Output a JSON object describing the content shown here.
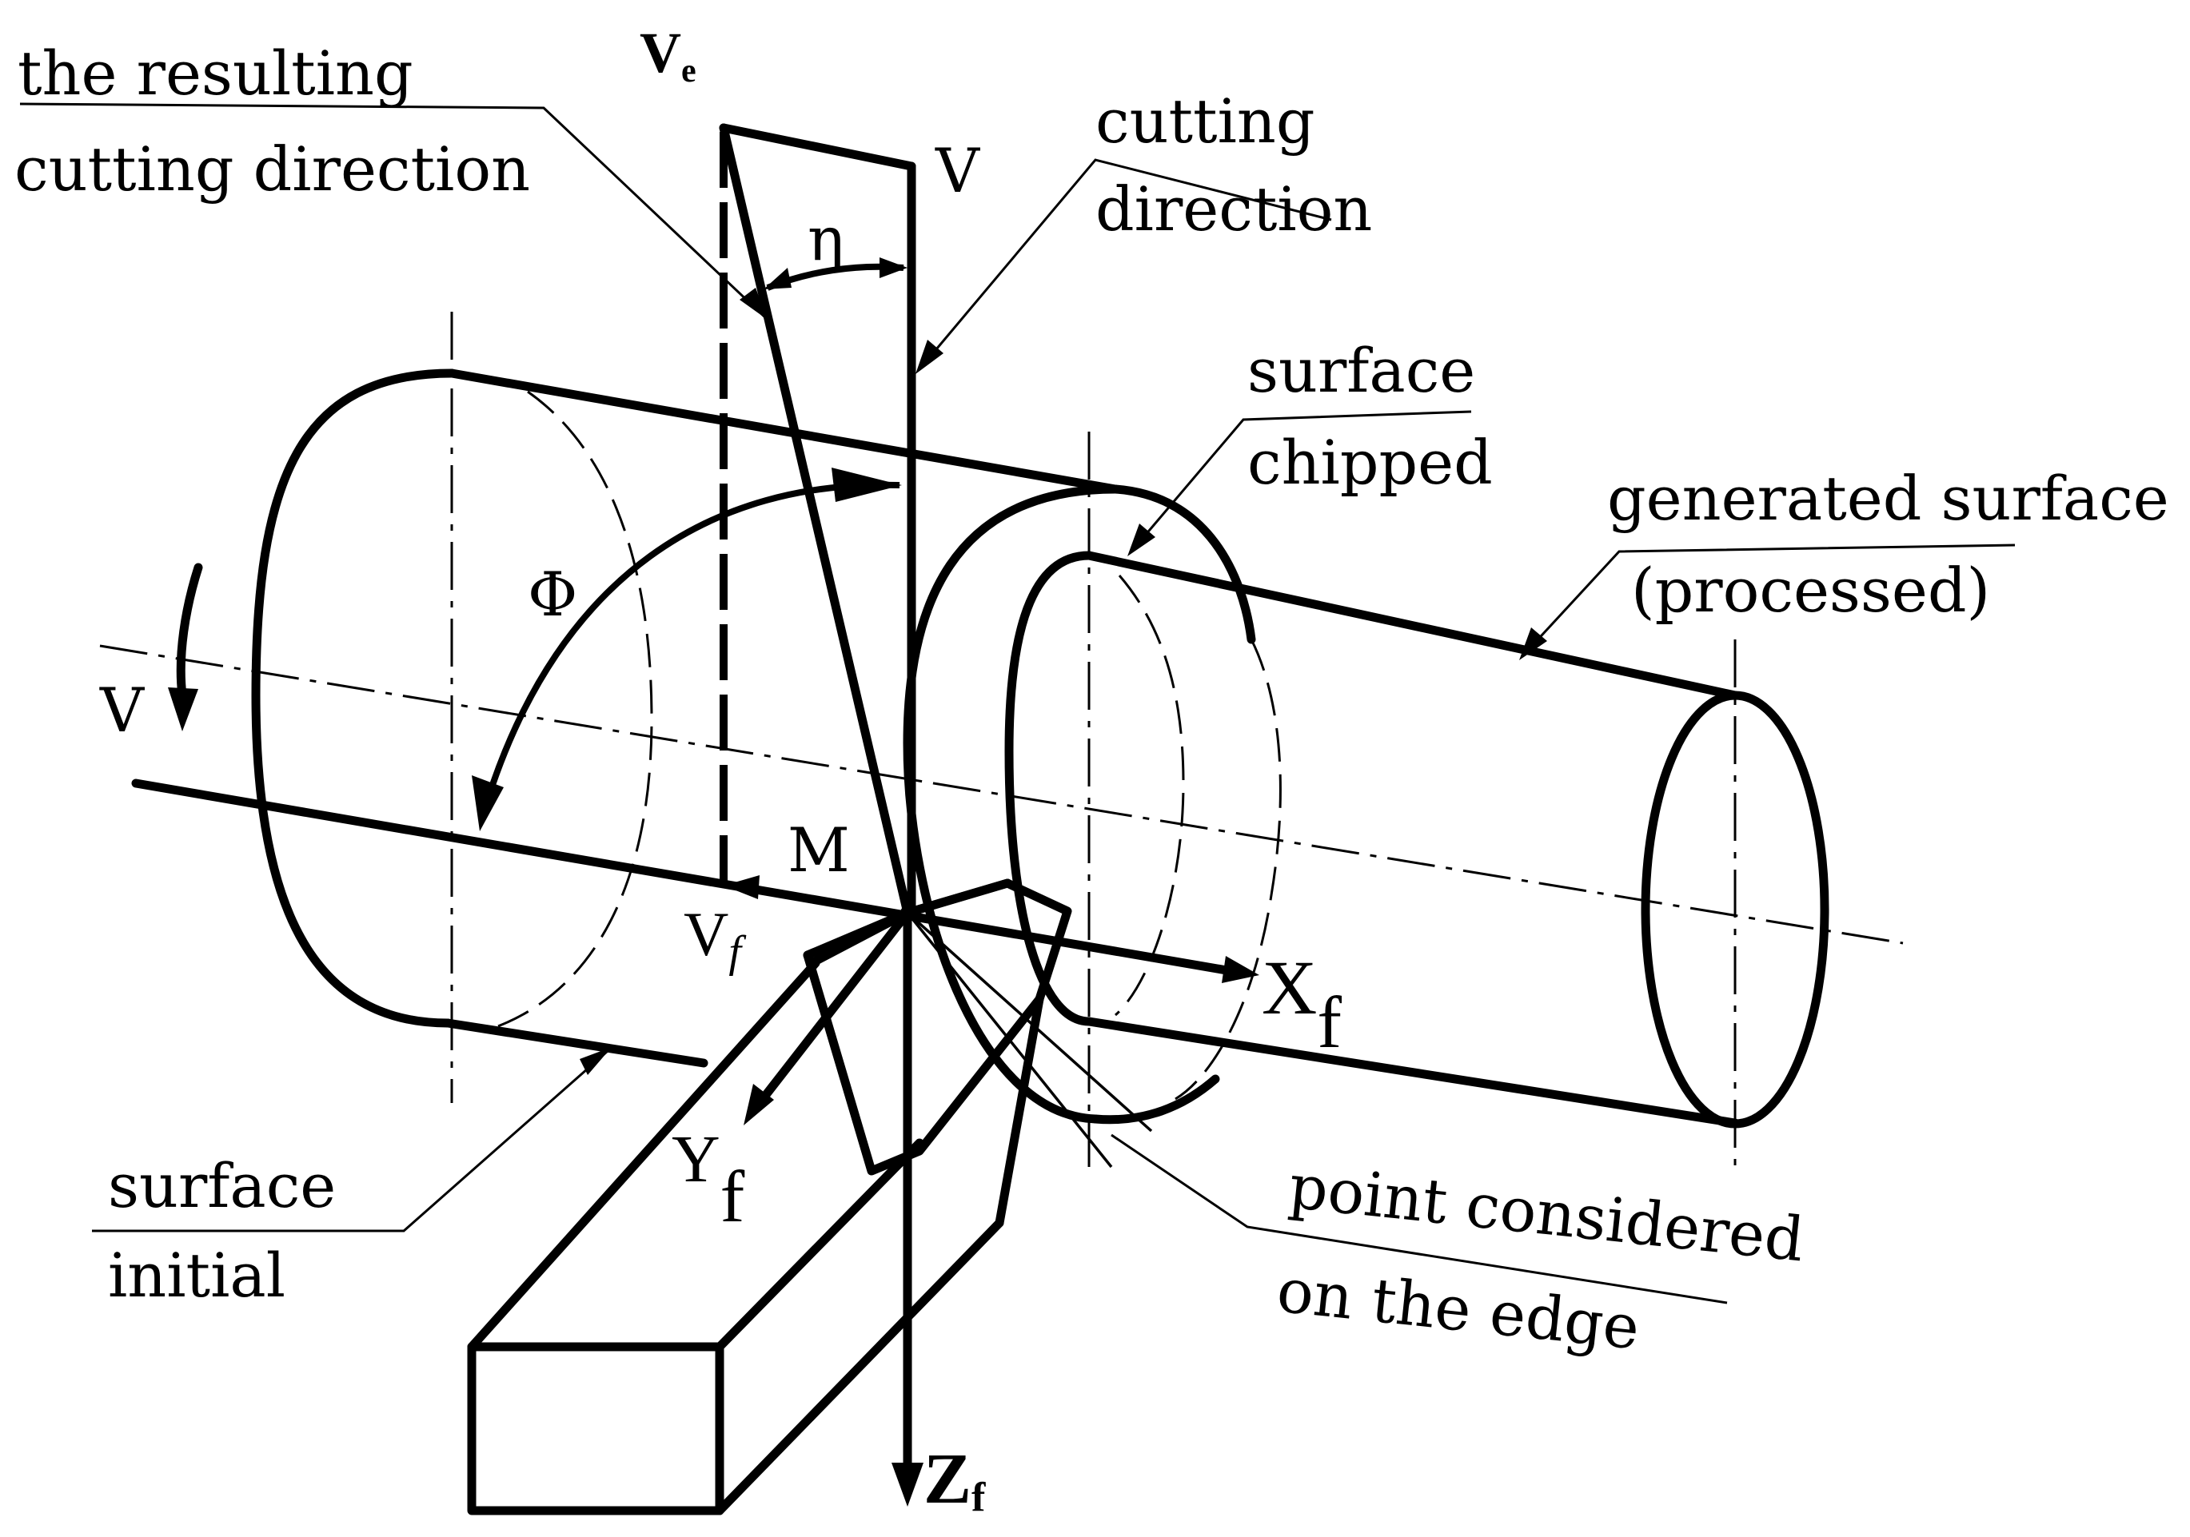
{
  "labels": {
    "resulting_line1": "the resulting",
    "resulting_line2": "cutting direction",
    "ve_main": "V",
    "ve_sub": "e",
    "v_top": "V",
    "eta": "η",
    "cutting_line1": "cutting",
    "cutting_line2": "direction",
    "chipped_line1": "surface",
    "chipped_line2": "chipped",
    "generated_line1": "generated surface",
    "generated_line2": "(processed)",
    "phi": "Φ",
    "v_left": "V",
    "m_point": "M",
    "vf_main": "V",
    "vf_sub": "f",
    "xf_main": "X",
    "xf_sub": "f",
    "yf_main": "Y",
    "yf_sub": "f",
    "zf_main": "Z",
    "zf_sub": "f",
    "initial_line1": "surface",
    "initial_line2": "initial",
    "point_line1": "point considered",
    "point_line2": "on the edge"
  }
}
